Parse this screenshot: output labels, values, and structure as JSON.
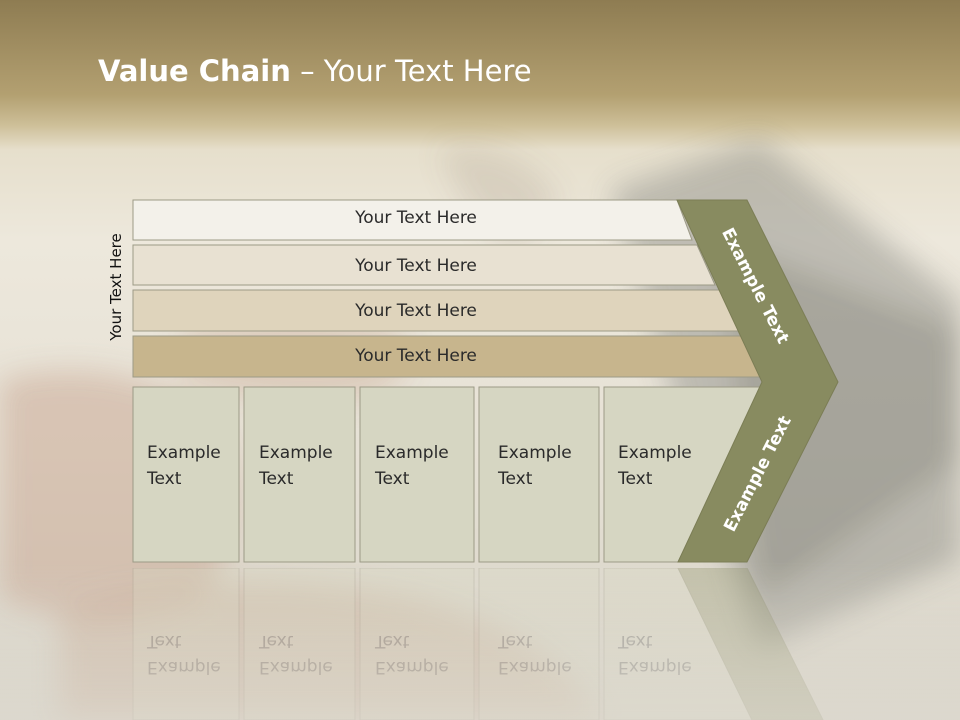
{
  "slide": {
    "title_bold": "Value Chain",
    "title_rest": " – Your Text Here",
    "side_label": "Your Text Here"
  },
  "bars": [
    {
      "label": "Your Text Here",
      "color": "#f3f1ea"
    },
    {
      "label": "Your Text Here",
      "color": "#e8e1d2"
    },
    {
      "label": "Your Text Here",
      "color": "#dfd4bc"
    },
    {
      "label": "Your Text Here",
      "color": "#c7b58d"
    }
  ],
  "cells": [
    {
      "label": "Example Text"
    },
    {
      "label": "Example Text"
    },
    {
      "label": "Example Text"
    },
    {
      "label": "Example Text"
    },
    {
      "label": "Example Text"
    }
  ],
  "chevron": {
    "upper_label": "Example Text",
    "lower_label": "Example Text",
    "color": "#888b60"
  },
  "colors": {
    "cell_fill": "#d6d6c2",
    "outline": "#9c9a86"
  }
}
